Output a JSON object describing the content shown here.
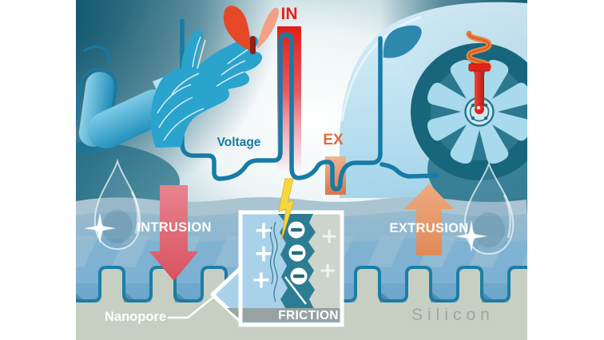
{
  "labels": {
    "in": "IN",
    "ex": "EX",
    "voltage": "Voltage",
    "intrusion": "INTRUSION",
    "extrusion": "EXTRUSION",
    "friction": "FRICTION",
    "nanopore": "Nanopore",
    "silicon": "Silicon"
  },
  "symbols": {
    "positive_charge": "+",
    "negative_charge": "−"
  },
  "colors": {
    "trace_teal": "#177ba6",
    "in_red": "#e2231c",
    "ex_orange": "#e06a3c",
    "intrusion_arrow": "#d9525f",
    "extrusion_arrow": "#e08a5c",
    "water_blue": "#7fb5da",
    "silicon_gray": "#c7cfc2",
    "lightning_yellow": "#f9d83f",
    "hand_blue": "#2aa3cd",
    "butterfly_red": "#e54827"
  }
}
